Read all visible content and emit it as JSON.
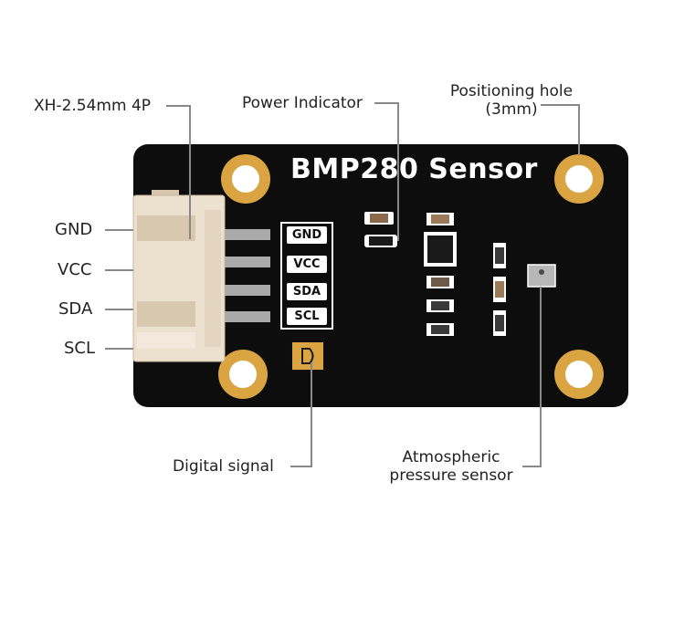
{
  "board": {
    "title": "BMP280 Sensor",
    "pcb_color": "#0d0d0d",
    "pad_color": "#d9a441",
    "silk_labels": [
      "GND",
      "VCC",
      "SDA",
      "SCL"
    ]
  },
  "callouts": {
    "connector": "XH-2.54mm 4P",
    "power_indicator": "Power Indicator",
    "positioning_hole_line1": "Positioning hole",
    "positioning_hole_line2": "(3mm)",
    "digital_signal": "Digital signal",
    "pressure_sensor_line1": "Atmospheric",
    "pressure_sensor_line2": "pressure sensor"
  },
  "pins": [
    "GND",
    "VCC",
    "SDA",
    "SCL"
  ]
}
